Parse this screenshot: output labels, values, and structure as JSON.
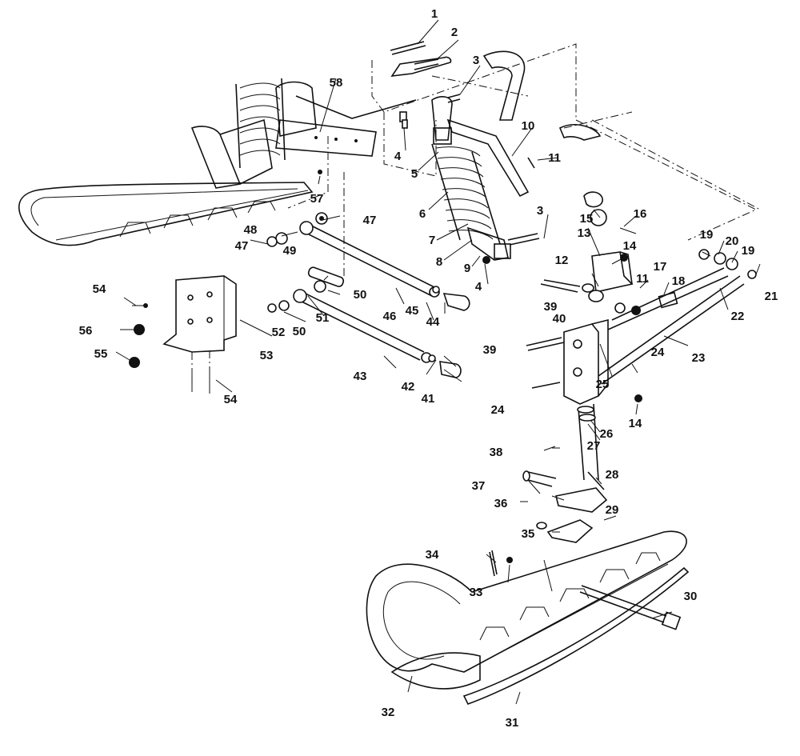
{
  "diagram": {
    "labels": [
      {
        "id": "p1",
        "text": "1"
      },
      {
        "id": "p2",
        "text": "2"
      },
      {
        "id": "p3a",
        "text": "3"
      },
      {
        "id": "p3b",
        "text": "3"
      },
      {
        "id": "p4a",
        "text": "4"
      },
      {
        "id": "p4b",
        "text": "4"
      },
      {
        "id": "p5",
        "text": "5"
      },
      {
        "id": "p6",
        "text": "6"
      },
      {
        "id": "p7",
        "text": "7"
      },
      {
        "id": "p8",
        "text": "8"
      },
      {
        "id": "p9",
        "text": "9"
      },
      {
        "id": "p10",
        "text": "10"
      },
      {
        "id": "p11a",
        "text": "11"
      },
      {
        "id": "p11b",
        "text": "11"
      },
      {
        "id": "p12",
        "text": "12"
      },
      {
        "id": "p13",
        "text": "13"
      },
      {
        "id": "p14a",
        "text": "14"
      },
      {
        "id": "p14b",
        "text": "14"
      },
      {
        "id": "p15",
        "text": "15"
      },
      {
        "id": "p16",
        "text": "16"
      },
      {
        "id": "p17",
        "text": "17"
      },
      {
        "id": "p18",
        "text": "18"
      },
      {
        "id": "p19a",
        "text": "19"
      },
      {
        "id": "p19b",
        "text": "19"
      },
      {
        "id": "p20",
        "text": "20"
      },
      {
        "id": "p21",
        "text": "21"
      },
      {
        "id": "p22",
        "text": "22"
      },
      {
        "id": "p23",
        "text": "23"
      },
      {
        "id": "p24a",
        "text": "24"
      },
      {
        "id": "p24b",
        "text": "24"
      },
      {
        "id": "p25",
        "text": "25"
      },
      {
        "id": "p26",
        "text": "26"
      },
      {
        "id": "p27",
        "text": "27"
      },
      {
        "id": "p28",
        "text": "28"
      },
      {
        "id": "p29",
        "text": "29"
      },
      {
        "id": "p30",
        "text": "30"
      },
      {
        "id": "p31",
        "text": "31"
      },
      {
        "id": "p32",
        "text": "32"
      },
      {
        "id": "p33",
        "text": "33"
      },
      {
        "id": "p34",
        "text": "34"
      },
      {
        "id": "p35",
        "text": "35"
      },
      {
        "id": "p36",
        "text": "36"
      },
      {
        "id": "p37",
        "text": "37"
      },
      {
        "id": "p38",
        "text": "38"
      },
      {
        "id": "p39a",
        "text": "39"
      },
      {
        "id": "p39b",
        "text": "39"
      },
      {
        "id": "p40",
        "text": "40"
      },
      {
        "id": "p41",
        "text": "41"
      },
      {
        "id": "p42",
        "text": "42"
      },
      {
        "id": "p43",
        "text": "43"
      },
      {
        "id": "p44",
        "text": "44"
      },
      {
        "id": "p45",
        "text": "45"
      },
      {
        "id": "p46",
        "text": "46"
      },
      {
        "id": "p47a",
        "text": "47"
      },
      {
        "id": "p47b",
        "text": "47"
      },
      {
        "id": "p48",
        "text": "48"
      },
      {
        "id": "p49",
        "text": "49"
      },
      {
        "id": "p50a",
        "text": "50"
      },
      {
        "id": "p50b",
        "text": "50"
      },
      {
        "id": "p51",
        "text": "51"
      },
      {
        "id": "p52",
        "text": "52"
      },
      {
        "id": "p53",
        "text": "53"
      },
      {
        "id": "p54a",
        "text": "54"
      },
      {
        "id": "p54b",
        "text": "54"
      },
      {
        "id": "p55",
        "text": "55"
      },
      {
        "id": "p56",
        "text": "56"
      },
      {
        "id": "p57",
        "text": "57"
      },
      {
        "id": "p58",
        "text": "58"
      }
    ]
  }
}
